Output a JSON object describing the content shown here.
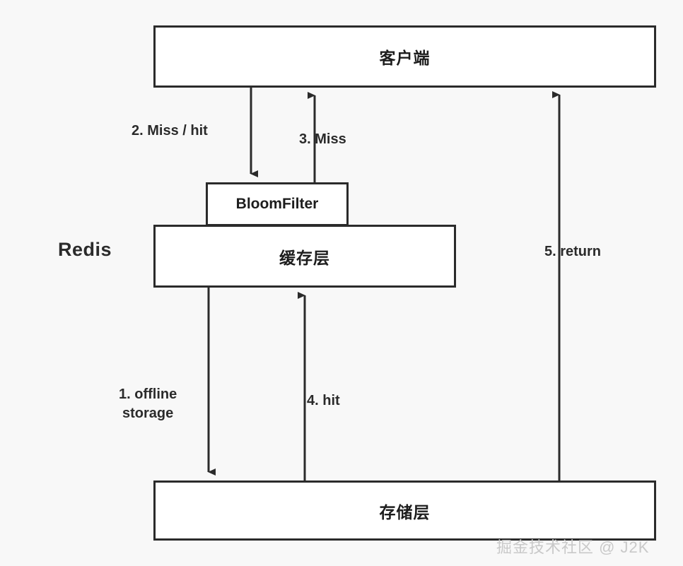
{
  "diagram": {
    "title": "Redis cache penetration with BloomFilter flow",
    "background_color": "#f8f8f8",
    "stroke_color": "#2b2b2b",
    "box_fill": "#ffffff",
    "nodes": {
      "client": "客户端",
      "bloomfilter": "BloomFilter",
      "cache": "缓存层",
      "storage": "存储层"
    },
    "group_label": "Redis",
    "edges": [
      {
        "id": "step1",
        "label": "1. offline\nstorage",
        "from": "cache",
        "to": "storage",
        "direction": "down"
      },
      {
        "id": "step2",
        "label": "2. Miss / hit",
        "from": "client",
        "to": "bloomfilter",
        "direction": "down"
      },
      {
        "id": "step3",
        "label": "3. Miss",
        "from": "bloomfilter",
        "to": "client",
        "direction": "up"
      },
      {
        "id": "step4",
        "label": "4. hit",
        "from": "storage",
        "to": "cache",
        "direction": "up"
      },
      {
        "id": "step5",
        "label": "5. return",
        "from": "storage",
        "to": "client",
        "direction": "up"
      }
    ],
    "watermark": "掘金技术社区 @ J2K"
  }
}
